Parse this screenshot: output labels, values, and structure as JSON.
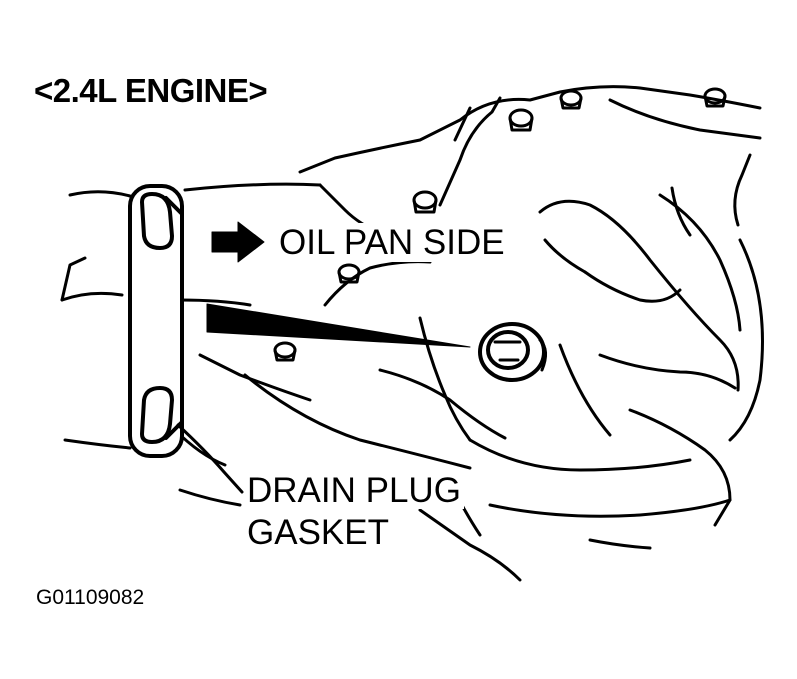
{
  "title": "<2.4L ENGINE>",
  "callouts": {
    "oil_pan_side": "OIL PAN SIDE",
    "drain_plug_gasket_line1": "DRAIN PLUG",
    "drain_plug_gasket_line2": "GASKET"
  },
  "figure_id": "G01109082",
  "colors": {
    "ink": "#000000",
    "paper": "#ffffff"
  }
}
